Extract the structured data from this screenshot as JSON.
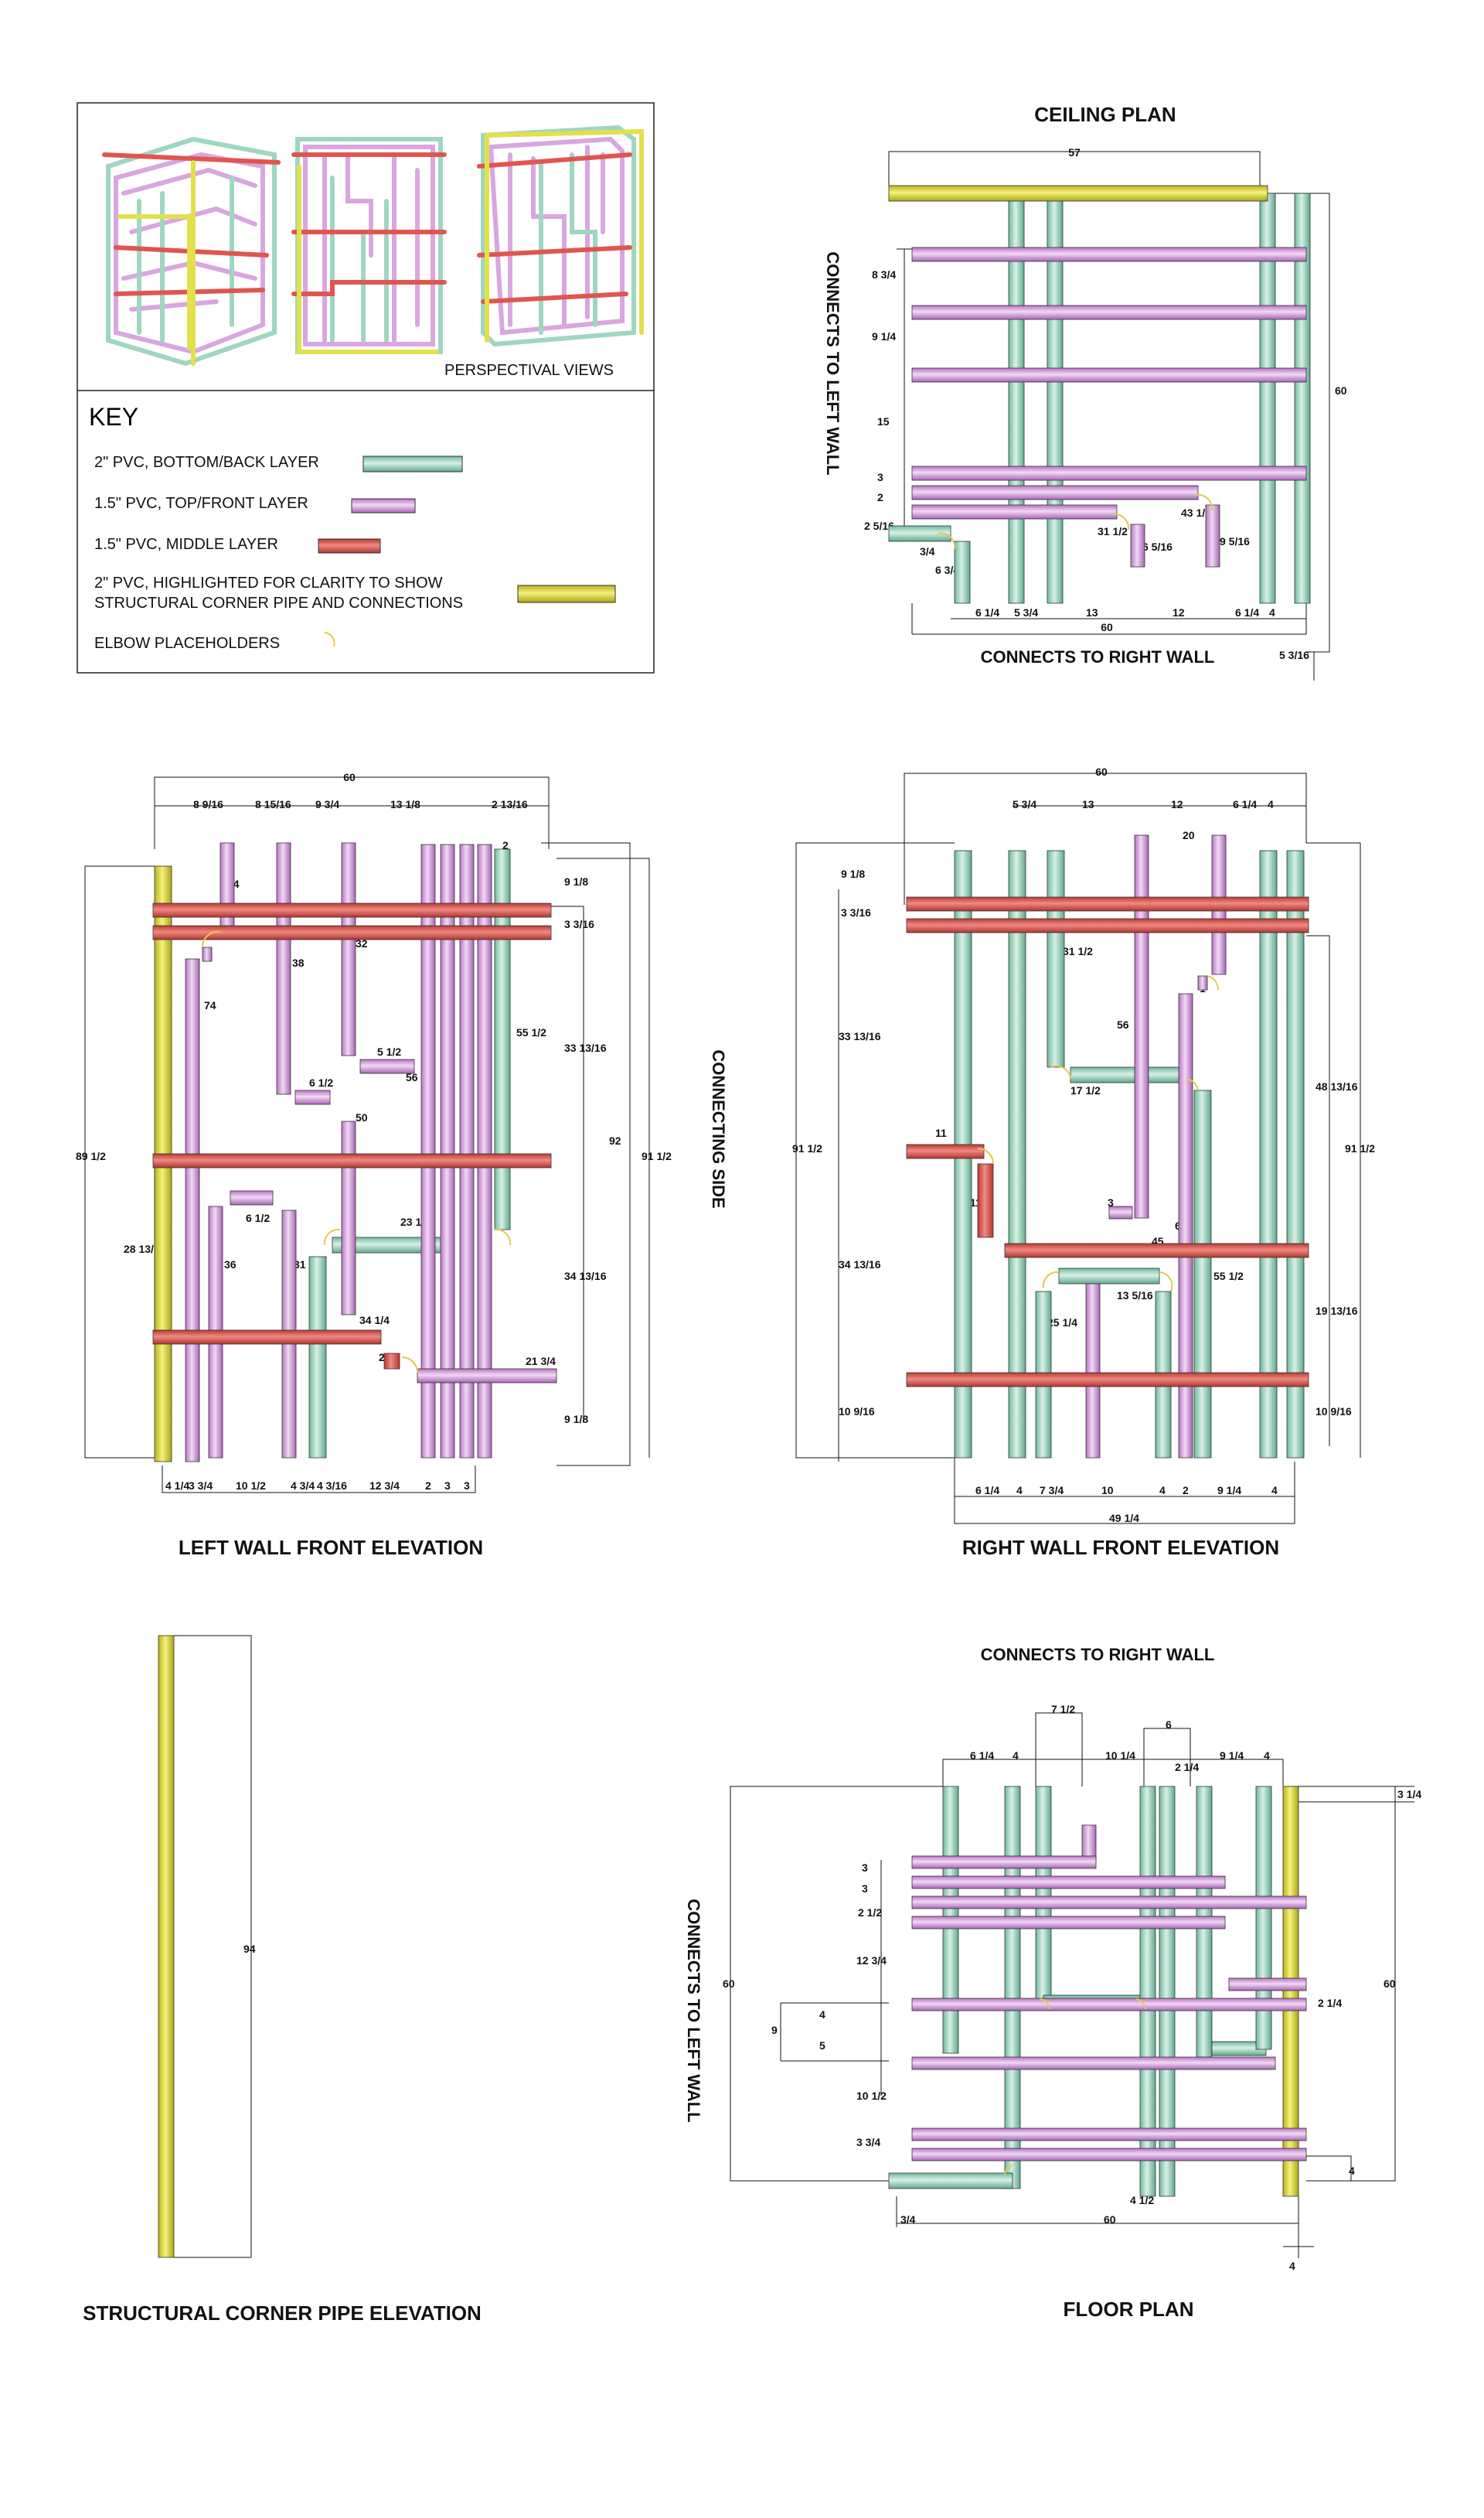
{
  "key": {
    "perspective_label": "PERSPECTIVAL VIEWS",
    "heading": "KEY",
    "items": [
      {
        "label": "2\" PVC, BOTTOM/BACK LAYER",
        "color": "#9fd6c2"
      },
      {
        "label": "1.5\" PVC, TOP/FRONT LAYER",
        "color": "#d9a6e0"
      },
      {
        "label": "1.5\" PVC, MIDDLE LAYER",
        "color": "#e0564f"
      },
      {
        "label_line1": "2\" PVC, HIGHLIGHTED FOR CLARITY TO SHOW",
        "label_line2": "STRUCTURAL CORNER PIPE AND CONNECTIONS",
        "color": "#e3e04a"
      },
      {
        "label": "ELBOW PLACEHOLDERS",
        "color": "#e6c94a"
      }
    ]
  },
  "ceiling": {
    "title": "CEILING PLAN",
    "left_label": "CONNECTS TO LEFT WALL",
    "bottom_label": "CONNECTS TO RIGHT WALL",
    "dims": {
      "top": "57",
      "right": "60",
      "bottom_total": "60",
      "bottom_right": "5 3/16",
      "b1": "6 1/4",
      "b2": "5 3/4",
      "b3": "13",
      "b4": "12",
      "b5": "6 1/4",
      "b6": "4",
      "l1": "8 3/4",
      "l2": "9 1/4",
      "l3": "15",
      "l4": "3",
      "l5": "2",
      "l6": "2 5/16",
      "s1": "3/4",
      "s2": "6 3/4",
      "s3": "31 1/2",
      "s4": "43 1/2",
      "s5": "6 5/16",
      "s6": "9 5/16"
    }
  },
  "left_wall": {
    "title": "LEFT WALL FRONT ELEVATION",
    "dims": {
      "top": "60",
      "t1": "8 9/16",
      "t2": "8 15/16",
      "t3": "9 3/4",
      "t4": "13 1/8",
      "t5": "2 13/16",
      "t6": "2",
      "left": "89 1/2",
      "r1": "92",
      "r2": "91 1/2",
      "r3": "9 1/8",
      "r4": "3 3/16",
      "r5": "55 1/2",
      "r6": "33 13/16",
      "r7": "34 13/16",
      "r8": "9 1/8",
      "v1": "14",
      "v2": "38",
      "v3": "32",
      "v4": "74",
      "v5": "6 1/2",
      "v6": "5 1/2",
      "v7": "56",
      "v8": "50",
      "v9": "28 13/16",
      "v10": "6 1/2",
      "v11": "36",
      "v12": "31 1/2",
      "v13": "23 1/4",
      "v14": "34 1/4",
      "v15": "2",
      "v16": "21 3/4",
      "v17": "1",
      "b1": "4 1/4",
      "b2": "3 3/4",
      "b3": "10 1/2",
      "b4": "4 3/4",
      "b5": "4 3/16",
      "b6": "12 3/4",
      "b7": "2",
      "b8": "3",
      "b9": "3"
    }
  },
  "center_label": "CONNECTING SIDE",
  "right_wall": {
    "title": "RIGHT WALL FRONT ELEVATION",
    "dims": {
      "top": "60",
      "t1": "5 3/4",
      "t2": "13",
      "t3": "12",
      "t4": "6 1/4",
      "t5": "4",
      "t6": "20",
      "l1": "9 1/8",
      "l2": "3 3/16",
      "l3": "33 13/16",
      "l4": "91 1/2",
      "l5": "34 13/16",
      "l6": "10 9/16",
      "r1": "48 13/16",
      "r2": "91 1/2",
      "r3": "19 13/16",
      "r4": "10 9/16",
      "v1": "31 1/2",
      "v2": "56",
      "v3": "17 1/2",
      "v4": "11",
      "v5": "11",
      "v6": "3",
      "v7": "68",
      "v8": "45",
      "v9": "55 1/2",
      "v10": "13 5/16",
      "v11": "25 1/4",
      "v12": "1",
      "b1": "6 1/4",
      "b2": "4",
      "b3": "7 3/4",
      "b4": "10",
      "b5": "4",
      "b6": "2",
      "b7": "9 1/4",
      "b8": "4",
      "b9": "49 1/4"
    }
  },
  "corner": {
    "title": "STRUCTURAL CORNER PIPE ELEVATION",
    "dim": "94"
  },
  "floor": {
    "title": "FLOOR PLAN",
    "top_label": "CONNECTS TO RIGHT WALL",
    "left_label": "CONNECTS TO LEFT WALL",
    "dims": {
      "t1": "7 1/2",
      "t2": "6",
      "t3": "6 1/4",
      "t4": "4",
      "t5": "10 1/4",
      "t6": "2 1/4",
      "t7": "9 1/4",
      "t8": "4",
      "r1": "3 1/4",
      "left": "60",
      "right": "60",
      "l1": "3",
      "l2": "3",
      "l3": "2 1/2",
      "l4": "12 3/4",
      "l5": "4",
      "l6": "9",
      "l7": "5",
      "l8": "10 1/2",
      "l9": "3 3/4",
      "r2": "2 1/4",
      "r3": "4",
      "b1": "3/4",
      "b2": "4 1/2",
      "b3": "60",
      "b4": "4"
    }
  }
}
